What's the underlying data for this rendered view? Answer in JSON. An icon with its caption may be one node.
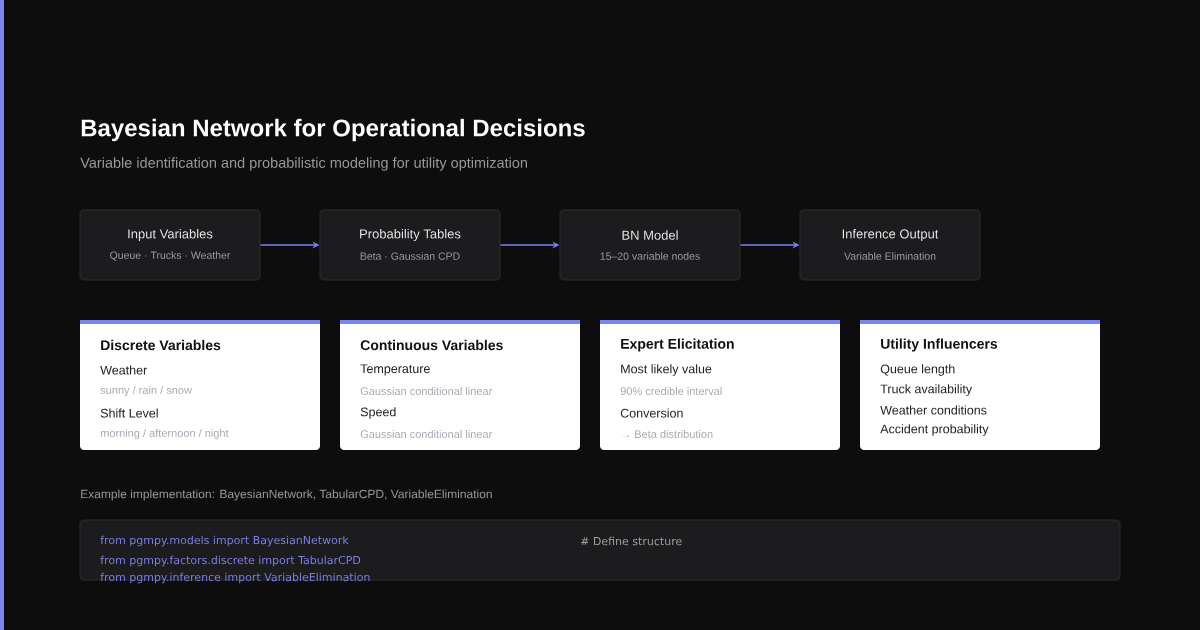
{
  "diagram": {
    "title": "Bayesian Network for Operational Decisions",
    "nodes": [
      {
        "text": [
          "Input Variables",
          "Queue · Trucks · Weather"
        ]
      },
      {
        "text": [
          "Probability Tables",
          "Beta · Gaussian CPD"
        ]
      },
      {
        "text": [
          "BN Model",
          "15–20 variable nodes"
        ]
      },
      {
        "text": [
          "Inference Output",
          "Variable Elimination"
        ]
      },
      {
        "text": [
          "Discrete Variables",
          "Weather",
          "sunny / rain / snow",
          "Shift Level",
          "morning / afternoon / night"
        ]
      },
      {
        "text": [
          "Continuous Variables",
          "Temperature",
          "Gaussian conditional linear",
          "Speed",
          "Gaussian conditional linear"
        ]
      },
      {
        "text": [
          "Expert Elicitation",
          "Most likely value",
          "90% credible interval",
          "Conversion",
          "→ Beta distribution"
        ]
      },
      {
        "text": [
          "Utility Influencers",
          "Queue length",
          "Truck availability",
          "Weather conditions",
          "Accident probability"
        ]
      },
      {
        "text": [
          "from pgmpy.models import BayesianNetwork",
          "from pgmpy.factors.discrete import TabularCPD",
          "from pgmpy.inference import VariableElimination",
          "# Define structure"
        ]
      }
    ],
    "edges": [
      {
        "from": 0,
        "to": 1,
        "arrow": "to"
      },
      {
        "from": 1,
        "to": 2,
        "arrow": "to"
      },
      {
        "from": 2,
        "to": 3,
        "arrow": "to"
      }
    ],
    "labels": [
      "Variable identification and probabilistic modeling for utility optimization",
      "Example implementation: BayesianNetwork, TabularCPD, VariableElimination"
    ]
  }
}
